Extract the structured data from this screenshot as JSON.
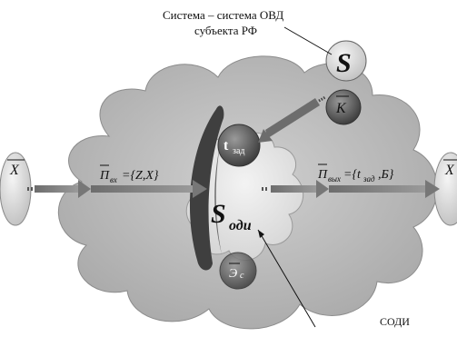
{
  "title": {
    "line1": "Система – система ОВД",
    "line2": "субъекта РФ"
  },
  "labels": {
    "s_big": "S",
    "k_vec": "K",
    "t_main": "t",
    "t_sub": "зад",
    "x_in": "X",
    "x_out": "X",
    "p_in": "П",
    "p_in_sub": "вх",
    "p_in_rest": "={Z,X}",
    "p_out": "П",
    "p_out_sub": "вых",
    "p_out_rest": "={t",
    "p_out_rest_sub": "зад",
    "p_out_tail": ",Б}",
    "s_odi_main": "S",
    "s_odi_sub": "оди",
    "e_vec": "Э",
    "e_sub": "с",
    "sodi": "СОДИ"
  },
  "colors": {
    "cloud": "#bdbdbd",
    "inner_cloud": "#e4e4e4",
    "dark_lens": "#444444",
    "ball": "#5a5a5a",
    "arrow": "#8a8a8a"
  }
}
